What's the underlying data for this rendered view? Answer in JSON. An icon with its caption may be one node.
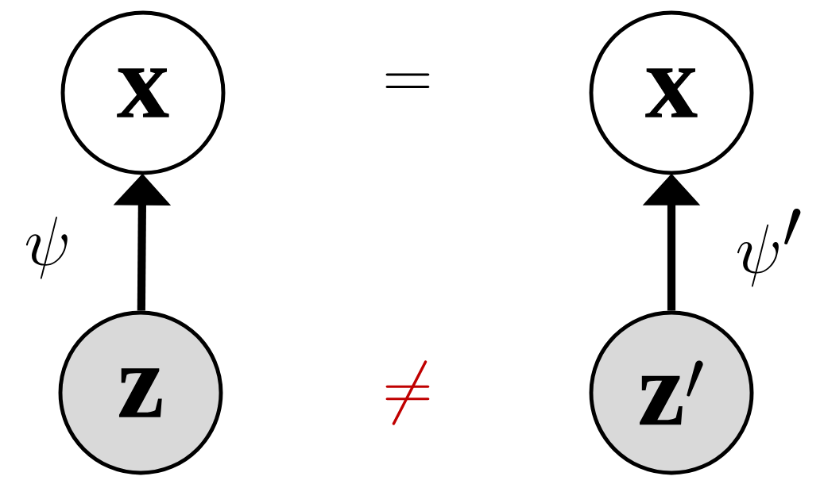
{
  "diagram": {
    "nodes": [
      {
        "text": [
          "\\mathbf{x}"
        ]
      },
      {
        "text": [
          "\\mathbf{z}"
        ]
      },
      {
        "text": [
          "\\mathbf{x}"
        ]
      },
      {
        "text": [
          "\\mathbf{z}'"
        ]
      }
    ],
    "edges": [
      {
        "from": 1,
        "to": 0,
        "arrow": "to",
        "label": "\\psi"
      },
      {
        "from": 3,
        "to": 2,
        "arrow": "to",
        "label": "\\psi'"
      }
    ],
    "labels": [
      "=",
      "\\neq"
    ]
  }
}
